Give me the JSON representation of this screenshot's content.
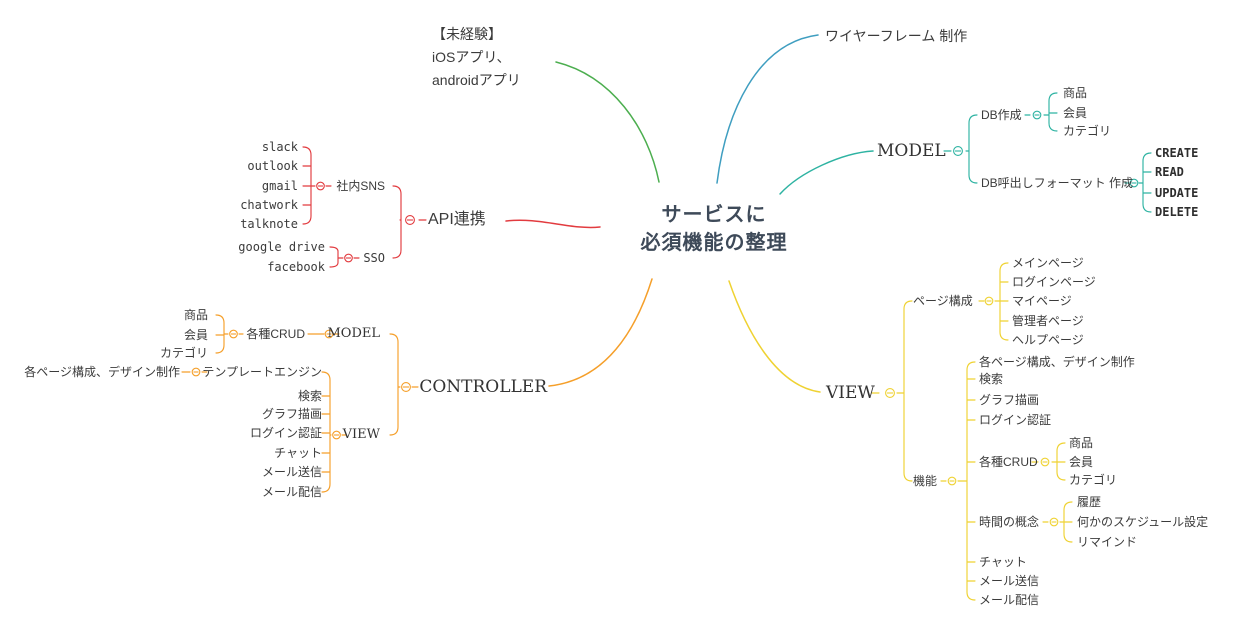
{
  "colors": {
    "green": "#4cae4f",
    "blue": "#3f9ec0",
    "teal": "#2eb3a2",
    "red": "#e23b3f",
    "orange": "#f59f2a",
    "yellow": "#efd232",
    "text": "#3b3b3b",
    "title": "#3e4a59"
  },
  "mindmap": {
    "center": "サービスに\n必須機能の整理",
    "branches": [
      {
        "id": "unexperienced-note",
        "label": "【未経験】\niOSアプリ、\nandroidアプリ",
        "color": "#4cae4f"
      },
      {
        "id": "wireframe",
        "label": "ワイヤーフレーム 制作",
        "color": "#3f9ec0"
      },
      {
        "id": "model",
        "label": "MODEL",
        "color": "#2eb3a2",
        "children": [
          {
            "label": "DB作成",
            "children": [
              {
                "label": "商品"
              },
              {
                "label": "会員"
              },
              {
                "label": "カテゴリ"
              }
            ]
          },
          {
            "label": "DB呼出しフォーマット 作成",
            "children": [
              {
                "label": "CREATE"
              },
              {
                "label": "READ"
              },
              {
                "label": "UPDATE"
              },
              {
                "label": "DELETE"
              }
            ]
          }
        ]
      },
      {
        "id": "api",
        "label": "API連携",
        "color": "#e23b3f",
        "children": [
          {
            "label": "社内SNS",
            "children": [
              {
                "label": "slack"
              },
              {
                "label": "outlook"
              },
              {
                "label": "gmail"
              },
              {
                "label": "chatwork"
              },
              {
                "label": "talknote"
              }
            ]
          },
          {
            "label": "SSO",
            "children": [
              {
                "label": "google drive"
              },
              {
                "label": "facebook"
              }
            ]
          }
        ]
      },
      {
        "id": "controller",
        "label": "CONTROLLER",
        "color": "#f59f2a",
        "children": [
          {
            "label": "MODEL",
            "children": [
              {
                "label": "各種CRUD",
                "children": [
                  {
                    "label": "商品"
                  },
                  {
                    "label": "会員"
                  },
                  {
                    "label": "カテゴリ"
                  }
                ]
              }
            ]
          },
          {
            "label": "VIEW",
            "children": [
              {
                "label": "テンプレートエンジン",
                "children": [
                  {
                    "label": "各ページ構成、デザイン制作"
                  }
                ]
              },
              {
                "label": "検索"
              },
              {
                "label": "グラフ描画"
              },
              {
                "label": "ログイン認証"
              },
              {
                "label": "チャット"
              },
              {
                "label": "メール送信"
              },
              {
                "label": "メール配信"
              }
            ]
          }
        ]
      },
      {
        "id": "view",
        "label": "VIEW",
        "color": "#efd232",
        "children": [
          {
            "label": "ページ構成",
            "children": [
              {
                "label": "メインページ"
              },
              {
                "label": "ログインページ"
              },
              {
                "label": "マイページ"
              },
              {
                "label": "管理者ページ"
              },
              {
                "label": "ヘルプページ"
              }
            ]
          },
          {
            "label": "機能",
            "children": [
              {
                "label": "各ページ構成、デザイン制作"
              },
              {
                "label": "検索"
              },
              {
                "label": "グラフ描画"
              },
              {
                "label": "ログイン認証"
              },
              {
                "label": "各種CRUD",
                "children": [
                  {
                    "label": "商品"
                  },
                  {
                    "label": "会員"
                  },
                  {
                    "label": "カテゴリ"
                  }
                ]
              },
              {
                "label": "時間の概念",
                "children": [
                  {
                    "label": "履歴"
                  },
                  {
                    "label": "何かのスケジュール設定"
                  },
                  {
                    "label": "リマインド"
                  }
                ]
              },
              {
                "label": "チャット"
              },
              {
                "label": "メール送信"
              },
              {
                "label": "メール配信"
              }
            ]
          }
        ]
      }
    ]
  }
}
